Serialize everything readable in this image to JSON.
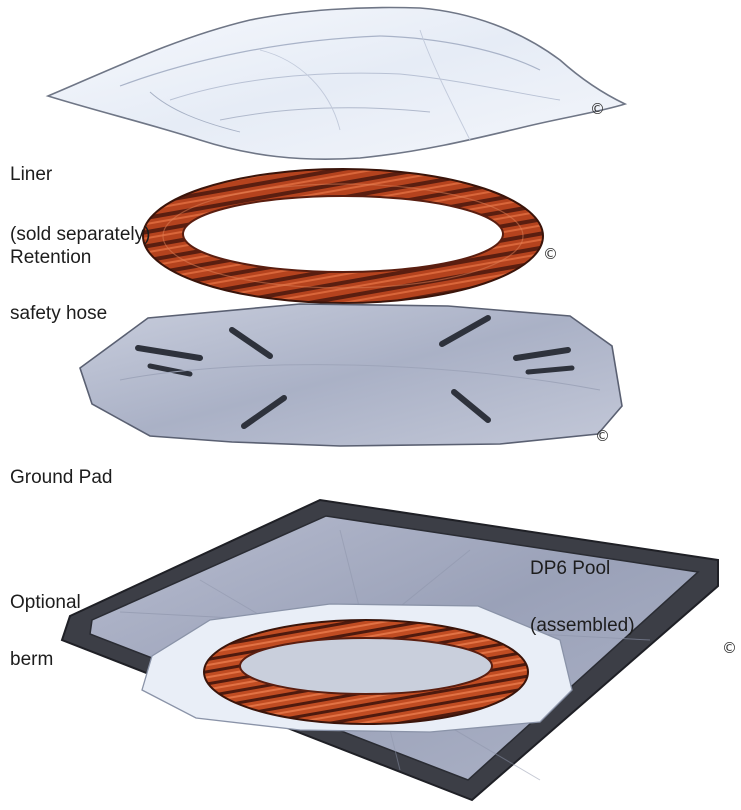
{
  "labels": {
    "liner_line1": "Liner",
    "liner_line2": "(sold separately)",
    "hose_line1": "Retention",
    "hose_line2": "safety hose",
    "pad": "Ground Pad",
    "berm_line1": "Optional",
    "berm_line2": "berm",
    "pool_line1": "DP6 Pool",
    "pool_line2": "(assembled)"
  },
  "copyright_mark": "©",
  "colors": {
    "hose": "#b2401c",
    "hose_dark": "#4a1a0e",
    "pad": "#b9bfd2",
    "berm_frame": "#3c3e46",
    "liner": "#eef2fa"
  }
}
